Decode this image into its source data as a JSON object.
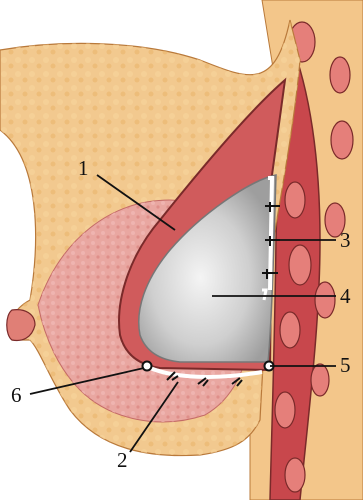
{
  "labels": [
    {
      "id": "1",
      "text": "1"
    },
    {
      "id": "2",
      "text": "2"
    },
    {
      "id": "3",
      "text": "3"
    },
    {
      "id": "4",
      "text": "4"
    },
    {
      "id": "5",
      "text": "5"
    },
    {
      "id": "6",
      "text": "6"
    }
  ],
  "colors": {
    "skin": "#f2c98f",
    "gland": "#e9a7a1",
    "muscle": "#c8474c",
    "implant": "#c9c9c9",
    "outline": "#7a2a2a",
    "leader": "#111111"
  }
}
